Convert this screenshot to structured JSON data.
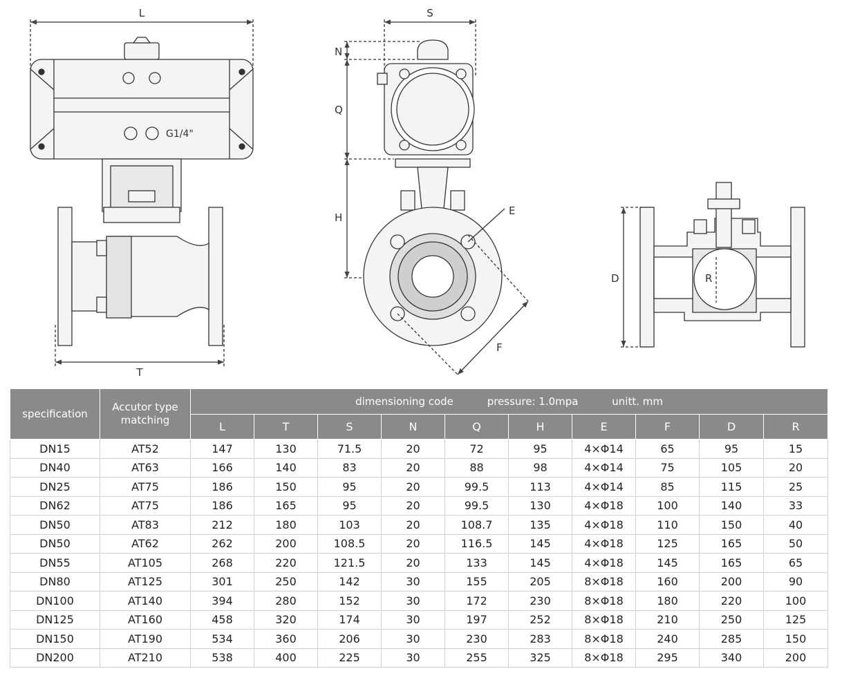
{
  "drawing": {
    "labels": {
      "L": "L",
      "T": "T",
      "S": "S",
      "N": "N",
      "Q": "Q",
      "H": "H",
      "E": "E",
      "F": "F",
      "D": "D",
      "R": "R",
      "port": "G1/4\""
    }
  },
  "table": {
    "head": {
      "specification": "specification",
      "actuator_type": "Accutor type\nmatching",
      "dimensioning_code": "dimensioning code",
      "pressure": "pressure:  1.0mpa",
      "unit": "unitt.  mm"
    },
    "columns": [
      "L",
      "T",
      "S",
      "N",
      "Q",
      "H",
      "E",
      "F",
      "D",
      "R"
    ],
    "rows": [
      [
        "DN15",
        "AT52",
        "147",
        "130",
        "71.5",
        "20",
        "72",
        "95",
        "4×Φ14",
        "65",
        "95",
        "15"
      ],
      [
        "DN40",
        "AT63",
        "166",
        "140",
        "83",
        "20",
        "88",
        "98",
        "4×Φ14",
        "75",
        "105",
        "20"
      ],
      [
        "DN25",
        "AT75",
        "186",
        "150",
        "95",
        "20",
        "99.5",
        "113",
        "4×Φ14",
        "85",
        "115",
        "25"
      ],
      [
        "DN62",
        "AT75",
        "186",
        "165",
        "95",
        "20",
        "99.5",
        "130",
        "4×Φ18",
        "100",
        "140",
        "33"
      ],
      [
        "DN50",
        "AT83",
        "212",
        "180",
        "103",
        "20",
        "108.7",
        "135",
        "4×Φ18",
        "110",
        "150",
        "40"
      ],
      [
        "DN50",
        "AT62",
        "262",
        "200",
        "108.5",
        "20",
        "116.5",
        "145",
        "4×Φ18",
        "125",
        "165",
        "50"
      ],
      [
        "DN55",
        "AT105",
        "268",
        "220",
        "121.5",
        "20",
        "133",
        "145",
        "4×Φ18",
        "145",
        "165",
        "65"
      ],
      [
        "DN80",
        "AT125",
        "301",
        "250",
        "142",
        "30",
        "155",
        "205",
        "8×Φ18",
        "160",
        "200",
        "90"
      ],
      [
        "DN100",
        "AT140",
        "394",
        "280",
        "152",
        "30",
        "172",
        "230",
        "8×Φ18",
        "180",
        "220",
        "100"
      ],
      [
        "DN125",
        "AT160",
        "458",
        "320",
        "174",
        "30",
        "197",
        "252",
        "8×Φ18",
        "210",
        "250",
        "125"
      ],
      [
        "DN150",
        "AT190",
        "534",
        "360",
        "206",
        "30",
        "230",
        "283",
        "8×Φ18",
        "240",
        "285",
        "150"
      ],
      [
        "DN200",
        "AT210",
        "538",
        "400",
        "225",
        "30",
        "255",
        "325",
        "8×Φ18",
        "295",
        "340",
        "200"
      ]
    ]
  }
}
